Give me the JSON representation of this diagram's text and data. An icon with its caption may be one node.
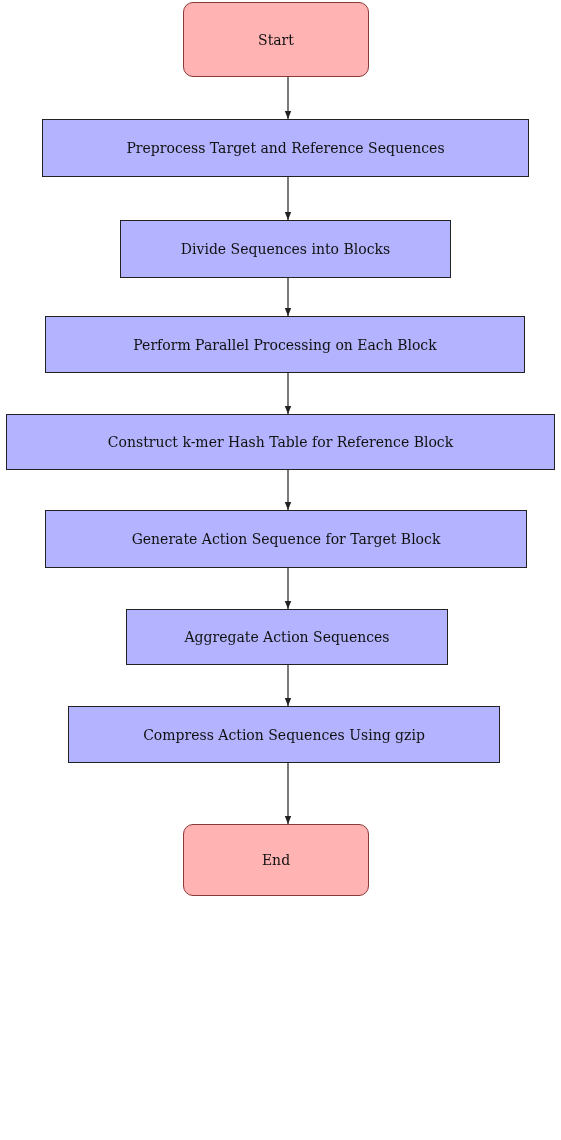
{
  "diagram": {
    "nodes": [
      {
        "text": [
          "Start"
        ]
      },
      {
        "text": [
          "Preprocess Target and Reference Sequences"
        ]
      },
      {
        "text": [
          "Divide Sequences into Blocks"
        ]
      },
      {
        "text": [
          "Perform Parallel Processing on Each Block"
        ]
      },
      {
        "text": [
          "Construct k-mer Hash Table for Reference Block"
        ]
      },
      {
        "text": [
          "Generate Action Sequence for Target Block"
        ]
      },
      {
        "text": [
          "Aggregate Action Sequences"
        ]
      },
      {
        "text": [
          "Compress Action Sequences Using gzip"
        ]
      },
      {
        "text": [
          "End"
        ]
      }
    ],
    "edges": [
      {
        "from": 0,
        "to": 1,
        "arrow": "to"
      },
      {
        "from": 1,
        "to": 2,
        "arrow": "to"
      },
      {
        "from": 2,
        "to": 3,
        "arrow": "to"
      },
      {
        "from": 3,
        "to": 4,
        "arrow": "to"
      },
      {
        "from": 4,
        "to": 5,
        "arrow": "to"
      },
      {
        "from": 5,
        "to": 6,
        "arrow": "to"
      },
      {
        "from": 6,
        "to": 7,
        "arrow": "to"
      },
      {
        "from": 7,
        "to": 8,
        "arrow": "to"
      }
    ]
  }
}
